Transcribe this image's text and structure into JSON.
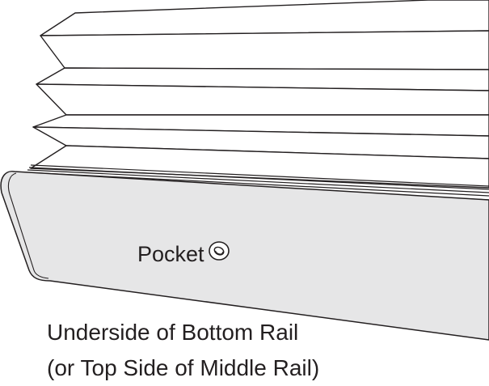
{
  "diagram": {
    "pocket_label": "Pocket",
    "caption_line1": "Underside of Bottom Rail",
    "caption_line2": "(or Top Side of Middle Rail)",
    "colors": {
      "line": "#231f20",
      "rail_fill": "#e6e6e7",
      "fabric_fill": "#ffffff",
      "background": "#ffffff"
    },
    "icons": {
      "pocket": "pocket-hole-icon"
    }
  }
}
